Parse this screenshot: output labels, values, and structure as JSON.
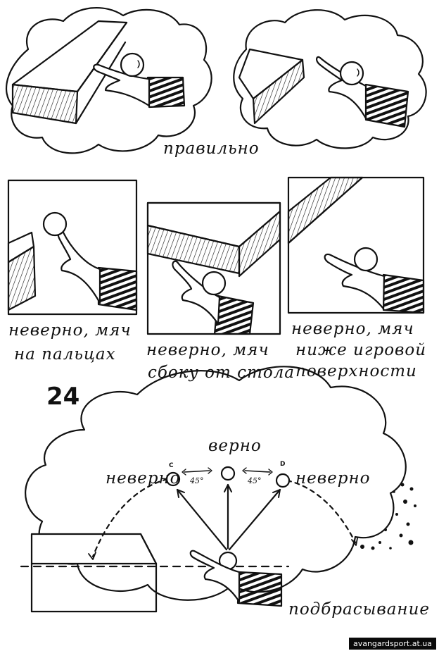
{
  "top_caption": "правильно",
  "panels": [
    {
      "line1": "неверно, мяч",
      "line2": "на пальцах"
    },
    {
      "line1": "неверно, мяч",
      "line2": "сбоку от стола"
    },
    {
      "line1": "неверно, мяч",
      "line2": "ниже игровой",
      "line3": "поверхности"
    }
  ],
  "figure_number": "24",
  "bottom": {
    "center_label": "верно",
    "left_label": "неверно",
    "right_label": "неверно",
    "left_angle": "45°",
    "right_angle": "45°",
    "point_c": "C",
    "point_d": "D",
    "caption": "подбрасывание"
  },
  "watermark": "avangardsport.at.ua"
}
